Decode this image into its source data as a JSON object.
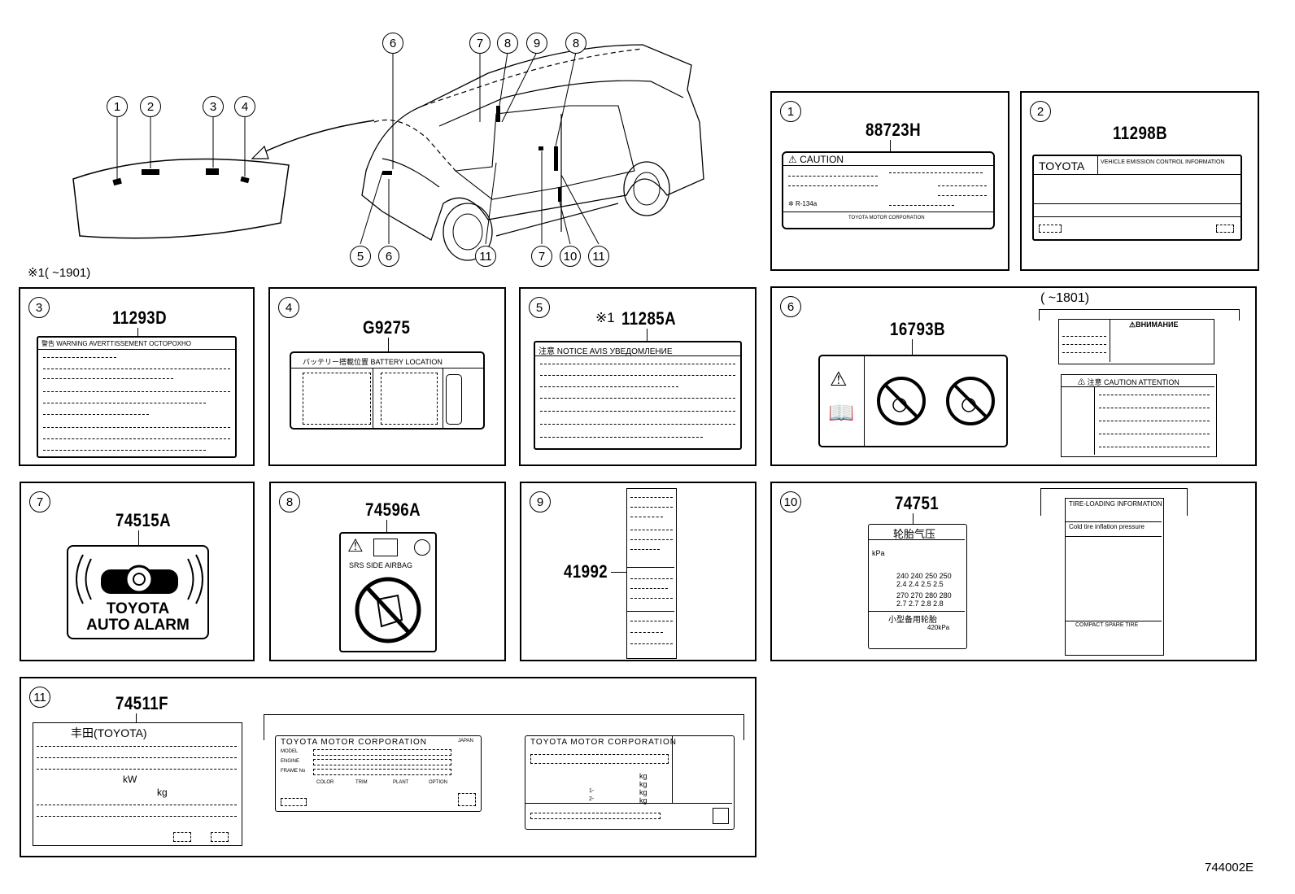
{
  "diagram_code": "744002E",
  "footnote": "※1(     ~1901)",
  "overview": {
    "hood_callouts": [
      "1",
      "2",
      "3",
      "4"
    ],
    "vehicle_callouts_top": [
      "6",
      "7",
      "8",
      "9",
      "8"
    ],
    "vehicle_callouts_bottom": [
      "5",
      "6",
      "11",
      "7",
      "10",
      "11"
    ]
  },
  "panels": [
    {
      "num": "1",
      "part": "88723H",
      "title": "CAUTION",
      "small1": "R-134a",
      "small2": "TOYOTA MOTOR CORPORATION"
    },
    {
      "num": "2",
      "part": "11298B",
      "title": "TOYOTA",
      "subtitle": "VEHICLE EMISSION CONTROL INFORMATION"
    },
    {
      "num": "3",
      "part": "11293D",
      "title": "警告  WARNING  AVERTTISSEMENT  OCTOPOXHO"
    },
    {
      "num": "4",
      "part": "G9275",
      "title": "バッテリー搭載位置    BATTERY LOCATION"
    },
    {
      "num": "5",
      "part": "11285A",
      "prefix": "※1",
      "title": "注意   NOTICE   AVIS   УВЕДОМЛЕНИЕ"
    },
    {
      "num": "6",
      "part": "16793B",
      "variant": "(     ~1801)",
      "title2": "ВНИМАНИЕ",
      "title3": "注意  CAUTION  ATTENTION"
    },
    {
      "num": "7",
      "part": "74515A",
      "line1": "TOYOTA",
      "line2": "AUTO ALARM"
    },
    {
      "num": "8",
      "part": "74596A",
      "title": "SRS  SIDE  AIRBAG"
    },
    {
      "num": "9",
      "part": "41992"
    },
    {
      "num": "10",
      "part": "74751",
      "title": "轮胎气压",
      "kpa": "kPa",
      "small": "小型备用轮胎",
      "pressure": "420kPa",
      "right_title": "TIRE-LOADING INFORMATION",
      "right_sub": "Cold tire inflation pressure",
      "right_small": "COMPACT SPARE TIRE",
      "values": [
        "240",
        "240",
        "250",
        "250",
        "270",
        "270",
        "280",
        "280"
      ],
      "values2": [
        "2.4",
        "2.4",
        "2.5",
        "2.5",
        "2.7",
        "2.7",
        "2.8",
        "2.8"
      ]
    },
    {
      "num": "11",
      "part": "74511F",
      "title": "丰田(TOYOTA)",
      "kw": "kW",
      "kg": "kg",
      "plate1": "TOYOTA MOTOR CORPORATION",
      "plate1_side": "JAPAN",
      "plate1_rows": [
        "MODEL",
        "ENGINE",
        "FRAME No"
      ],
      "plate1_cols": [
        "COLOR",
        "TRIM",
        "PLANT",
        "OPTION"
      ],
      "plate2": "TOYOTA MOTOR CORPORATION",
      "kg_labels": [
        "kg",
        "kg",
        "kg",
        "kg"
      ],
      "axle": [
        "1-",
        "2-"
      ]
    }
  ],
  "variant_1901": "~1901"
}
